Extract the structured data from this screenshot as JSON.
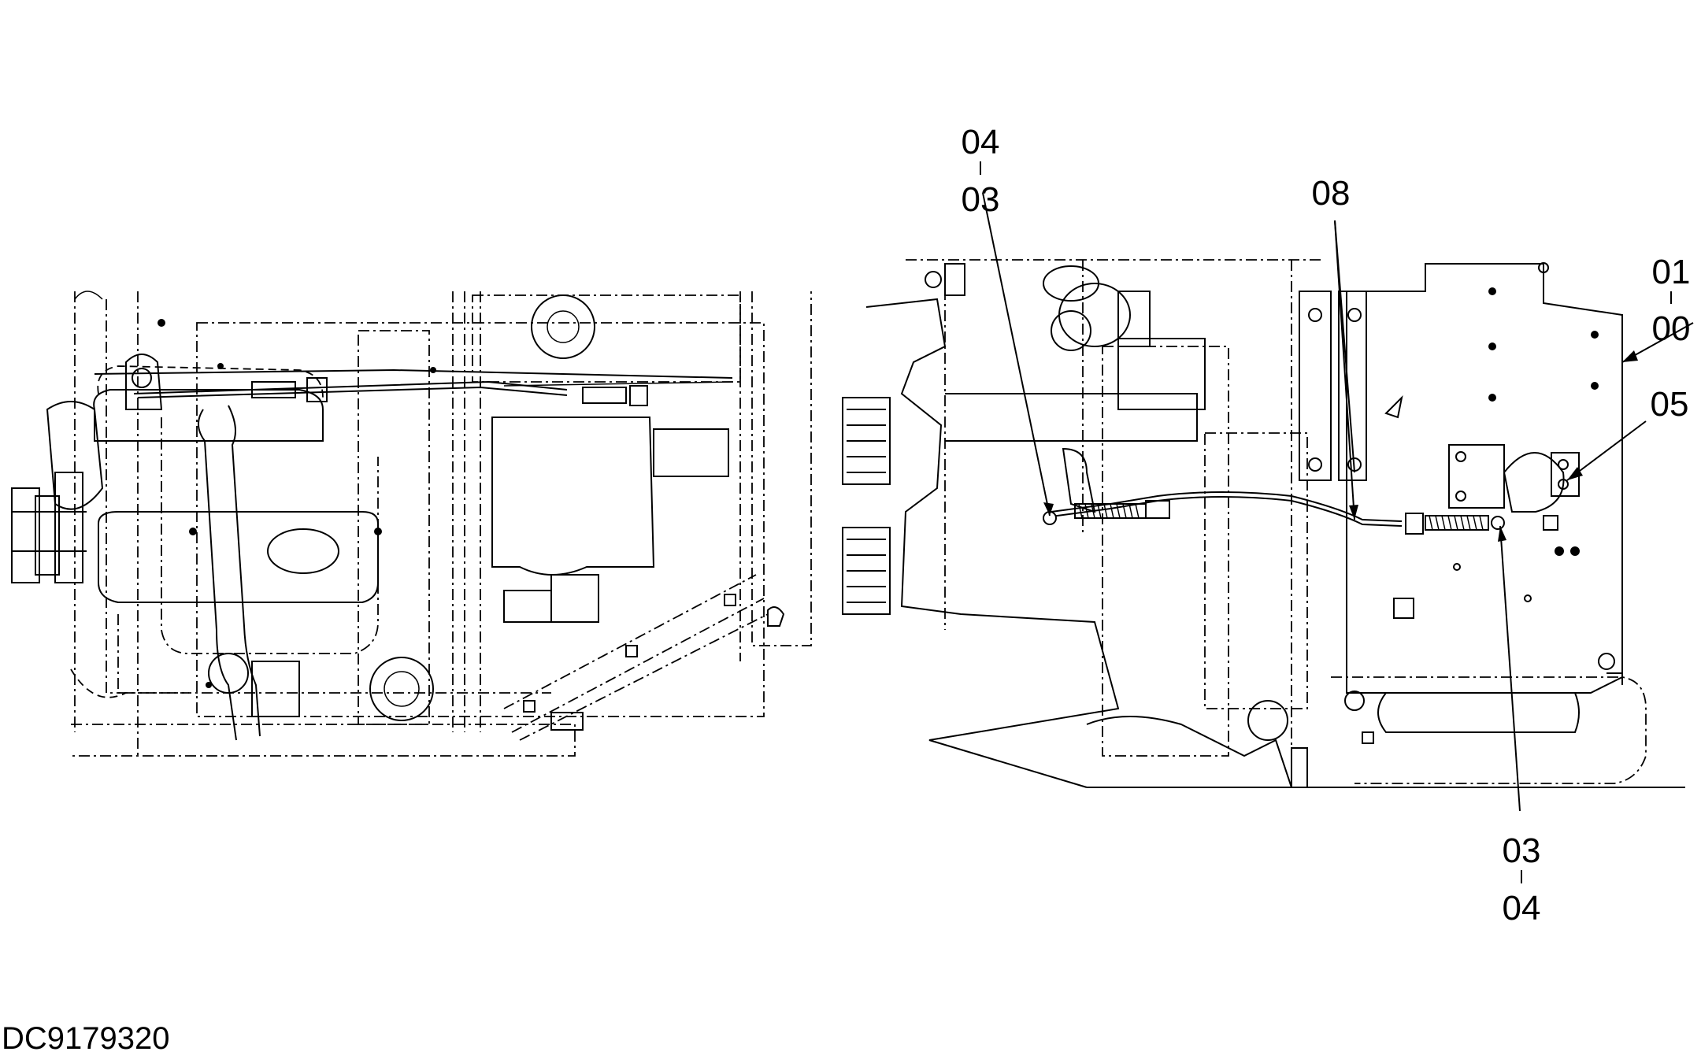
{
  "callouts": {
    "left_top": {
      "top": "04",
      "bottom": "03"
    },
    "cable": {
      "label": "08"
    },
    "right_top": {
      "top": "01",
      "bottom": "00"
    },
    "bracket": {
      "label": "05"
    },
    "bottom_right": {
      "top": "03",
      "bottom": "04"
    }
  },
  "document_id": "DC9179320"
}
